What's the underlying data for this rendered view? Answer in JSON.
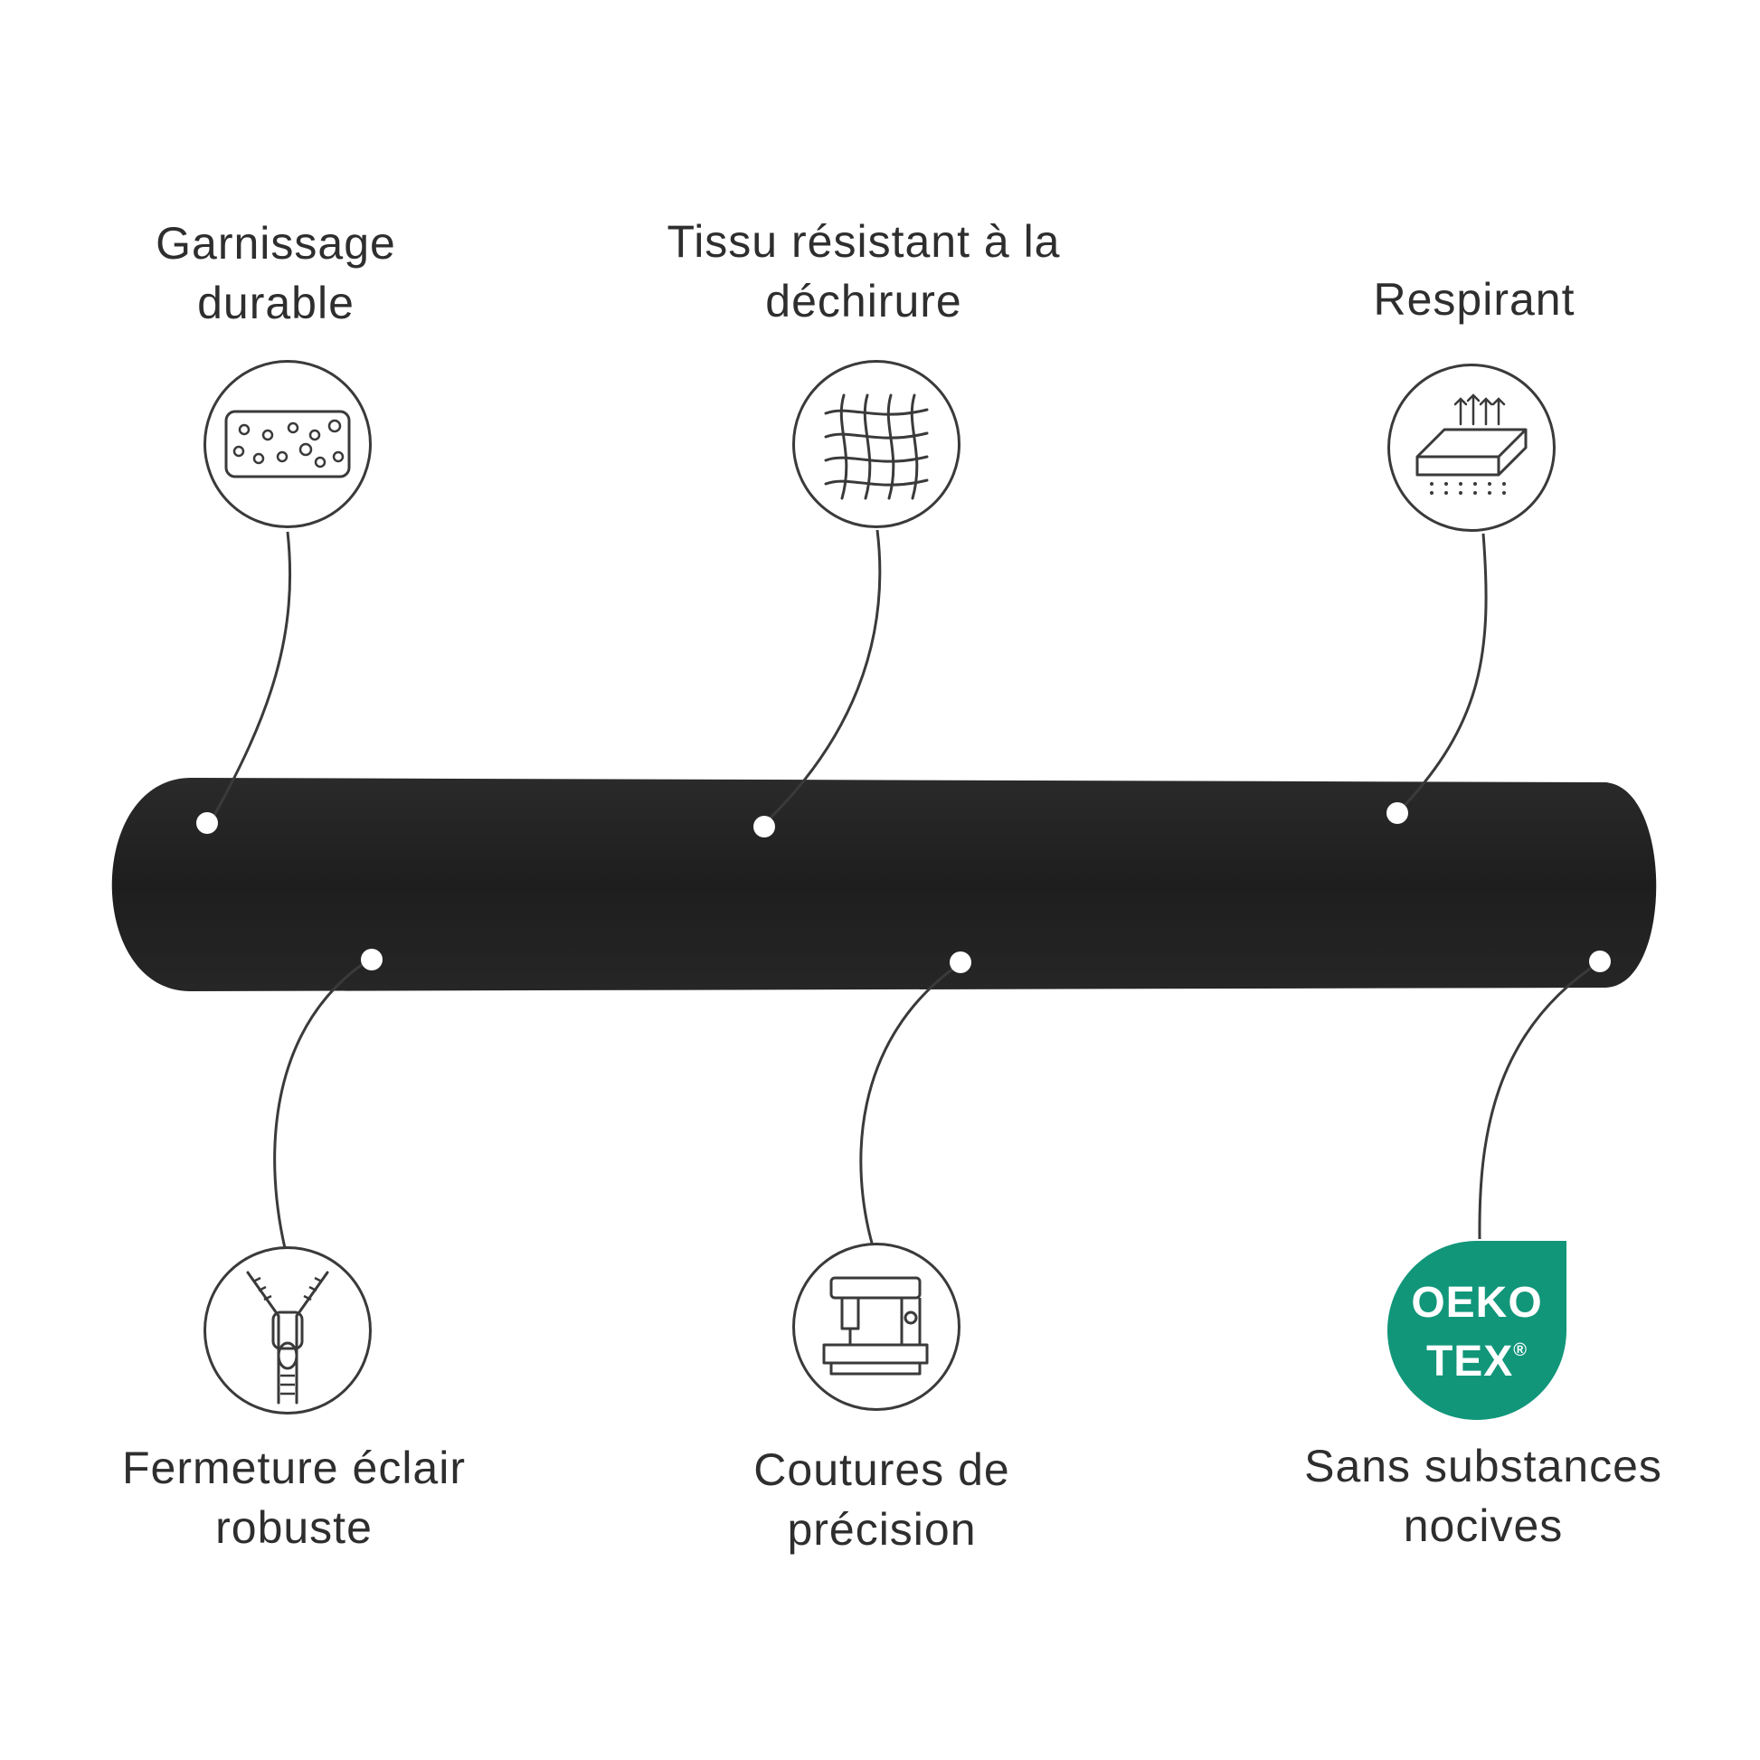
{
  "features": {
    "top": [
      {
        "line1": "Garnissage",
        "line2": "durable",
        "icon": "foam-icon"
      },
      {
        "line1": "Tissu résistant à la",
        "line2": "déchirure",
        "icon": "woven-fabric-icon"
      },
      {
        "line1": "Respirant",
        "line2": "",
        "icon": "breathable-mattress-icon"
      }
    ],
    "bottom": [
      {
        "line1": "Fermeture éclair",
        "line2": "robuste",
        "icon": "zipper-icon"
      },
      {
        "line1": "Coutures de",
        "line2": "précision",
        "icon": "sewing-machine-icon"
      },
      {
        "line1": "Sans substances",
        "line2": "nocives",
        "icon": "oeko-tex-icon"
      }
    ]
  },
  "oeko_tex": {
    "line1": "OEKO",
    "line2": "TEX",
    "mark": "®",
    "color": "#11967a"
  },
  "colors": {
    "line": "#3a3a3a",
    "roll": "#222222"
  }
}
